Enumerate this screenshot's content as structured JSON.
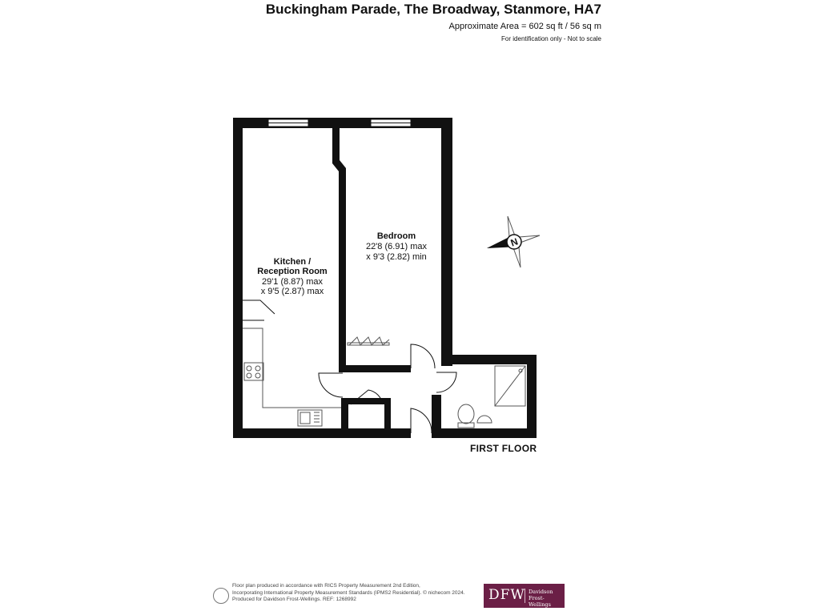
{
  "header": {
    "title": "Buckingham Parade, The Broadway, Stanmore, HA7",
    "area": "Approximate Area = 602 sq ft / 56 sq m",
    "note": "For identification only - Not to scale"
  },
  "rooms": {
    "kitchen": {
      "name_line1": "Kitchen /",
      "name_line2": "Reception Room",
      "dim_line1": "29'1 (8.87) max",
      "dim_line2": "x 9'5 (2.87) max"
    },
    "bedroom": {
      "name": "Bedroom",
      "dim_line1": "22'8 (6.91) max",
      "dim_line2": "x 9'3 (2.82) min"
    }
  },
  "floor_label": "FIRST FLOOR",
  "compass": {
    "letter": "N",
    "icon": "compass-icon"
  },
  "footer": {
    "line1": "Floor plan produced in accordance with RICS Property Measurement 2nd Edition,",
    "line2": "Incorporating International Property Measurement Standards (IPMS2 Residential).  © nichecom 2024.",
    "line3": "Produced for Davidson Frost-Wellings.   REF: 1268992",
    "icon": "info-person-icon"
  },
  "logo": {
    "mark": "DFW",
    "name_line1": "Davidson",
    "name_line2": "Frost-Wellings"
  },
  "colors": {
    "wall": "#111111",
    "logo_bg": "#6b1f46",
    "fixture": "#555555"
  }
}
